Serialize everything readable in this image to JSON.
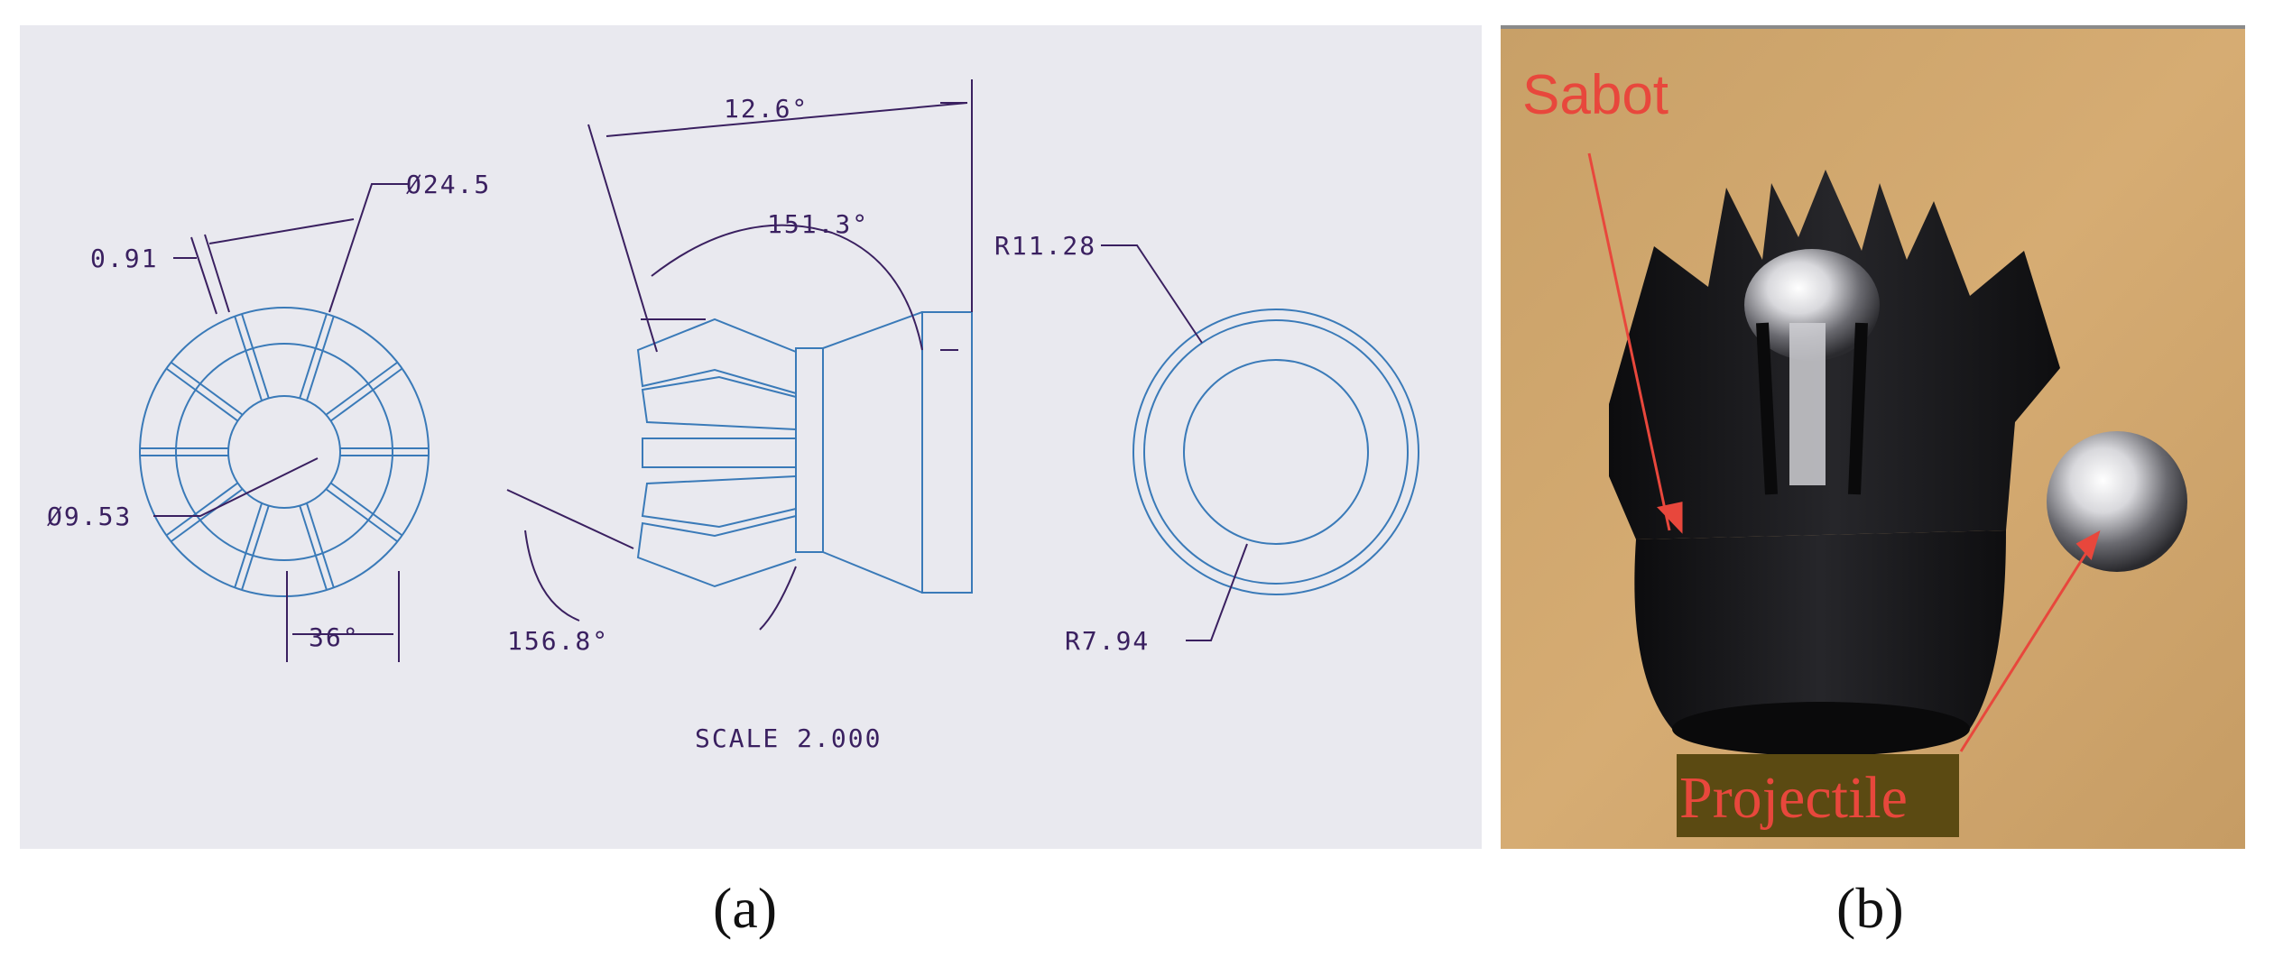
{
  "panel_a": {
    "dimensions": {
      "diameter_outer": "Ø24.5",
      "wall_thickness": "0.91",
      "diameter_inner": "Ø9.53",
      "slot_angle": "36°",
      "taper_angle": "12.6°",
      "included_angle_top": "151.3°",
      "included_angle_bottom": "156.8°",
      "radius_outer": "R11.28",
      "radius_inner": "R7.94"
    },
    "scale_note": "SCALE 2.000",
    "caption": "(a)"
  },
  "panel_b": {
    "labels": {
      "sabot": "Sabot",
      "projectile": "Projectile"
    },
    "caption": "(b)"
  },
  "colors": {
    "drawing_background": "#e9e9ef",
    "linework": "#3a7ab8",
    "dimension_text": "#3a2060",
    "label_red": "#e8473c",
    "label_box": "#5b4a12"
  }
}
